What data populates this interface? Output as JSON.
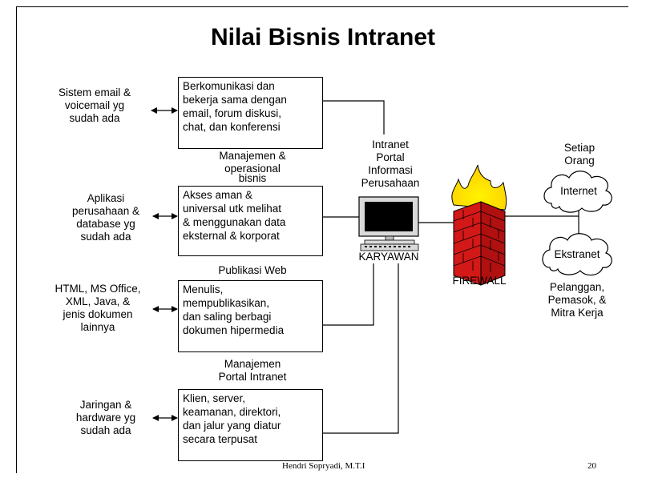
{
  "title": "Nilai Bisnis Intranet",
  "rows": [
    {
      "source_lines": [
        "Sistem email &",
        "voicemail yg",
        "sudah ada"
      ],
      "box_lines": [
        "Berkomunikasi dan",
        "bekerja sama dengan",
        "email, forum diskusi,",
        "chat, dan konferensi"
      ]
    },
    {
      "heading_lines": [
        "Manajemen &",
        "operasional",
        "bisnis"
      ],
      "source_lines": [
        "Aplikasi",
        "perusahaan &",
        "database yg",
        "sudah ada"
      ],
      "box_lines": [
        "Akses aman &",
        "universal utk melihat",
        "& menggunakan data",
        "eksternal & korporat"
      ]
    },
    {
      "heading_lines": [
        "Publikasi Web"
      ],
      "source_lines": [
        "HTML, MS Office,",
        "XML, Java, &",
        "jenis dokumen",
        "lainnya"
      ],
      "box_lines": [
        "Menulis,",
        "mempublikasikan,",
        "dan saling berbagi",
        "dokumen hipermedia"
      ]
    },
    {
      "heading_lines": [
        "Manajemen",
        "Portal Intranet"
      ],
      "source_lines": [
        "Jaringan &",
        "hardware yg",
        "sudah ada"
      ],
      "box_lines": [
        "Klien, server,",
        "keamanan, direktori,",
        "dan jalur yang diatur",
        "secara terpusat"
      ]
    }
  ],
  "portal_lines": [
    "Intranet",
    "Portal",
    "Informasi",
    "Perusahaan"
  ],
  "computer_label": "KARYAWAN",
  "firewall_label": "FIREWALL",
  "everyone_lines": [
    "Setiap",
    "Orang"
  ],
  "internet_label": "Internet",
  "extranet_label": "Ekstranet",
  "partners_lines": [
    "Pelanggan,",
    "Pemasok, &",
    "Mitra Kerja"
  ],
  "footer": {
    "author": "Hendri Sopryadi, M.T.I",
    "page": "20"
  }
}
